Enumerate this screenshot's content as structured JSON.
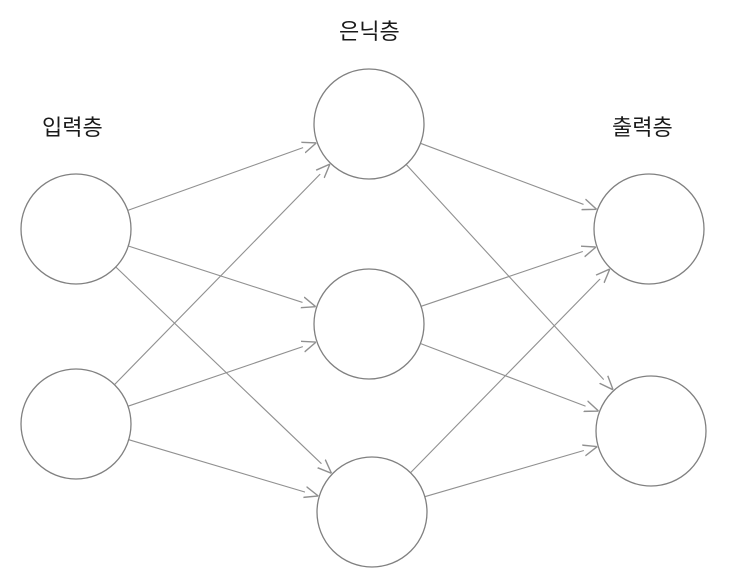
{
  "labels": {
    "input": "입력층",
    "hidden": "은닉층",
    "output": "출력층"
  },
  "layers": [
    {
      "key": "input",
      "count": 2
    },
    {
      "key": "hidden",
      "count": 3
    },
    {
      "key": "output",
      "count": 2
    }
  ],
  "colors": {
    "node_stroke": "#808080",
    "edge_stroke": "#909090",
    "text": "#1a1a1a"
  }
}
